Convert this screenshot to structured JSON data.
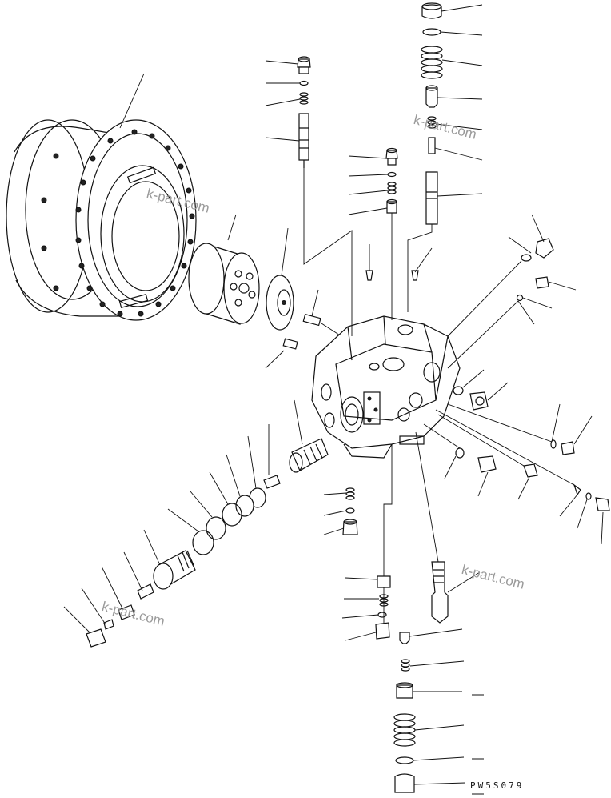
{
  "drawing_code": "PW5S079",
  "watermarks": [
    {
      "text": "k-part.com"
    },
    {
      "text": "k-part.com"
    },
    {
      "text": "k-part.com"
    },
    {
      "text": "k-part.com"
    }
  ]
}
